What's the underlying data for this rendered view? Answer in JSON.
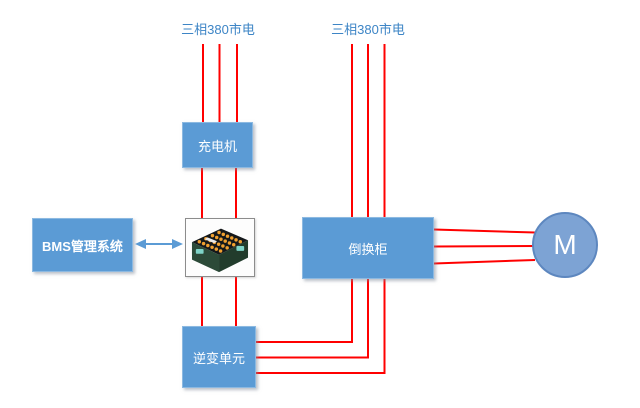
{
  "diagram": {
    "labels": {
      "mains_left": "三相380市电",
      "mains_right": "三相380市电"
    },
    "nodes": {
      "charger": {
        "label": "充电机"
      },
      "bms": {
        "label": "BMS管理系统"
      },
      "battery": {
        "label": "battery-pack-photo"
      },
      "cabinet": {
        "label": "倒换柜"
      },
      "inverter": {
        "label": "逆变单元"
      },
      "motor": {
        "label": "M"
      }
    },
    "connections": [
      {
        "from": "mains_left",
        "to": "charger",
        "wires": 3
      },
      {
        "from": "charger",
        "to": "battery",
        "wires": 2
      },
      {
        "from": "battery",
        "to": "inverter",
        "wires": 2
      },
      {
        "from": "inverter",
        "to": "cabinet",
        "wires": 3
      },
      {
        "from": "mains_right",
        "to": "cabinet",
        "wires": 3
      },
      {
        "from": "cabinet",
        "to": "motor",
        "wires": 3
      },
      {
        "from": "bms",
        "to": "battery",
        "wires": 1,
        "bidirectional": true
      }
    ],
    "colors": {
      "wire-red": "#ff0000",
      "node-fill": "#5b9bd5",
      "node-text": "#ffffff",
      "label-blue": "#3d85c6",
      "motor-fill": "#7da3d4",
      "motor-border": "#5d87bf",
      "arrow-blue": "#5b9bd5",
      "battery-green": "#2c4a38",
      "terminal-orange": "#f0a030",
      "handle-teal": "#7fd4c8",
      "canvas-bg": "#ffffff"
    }
  }
}
